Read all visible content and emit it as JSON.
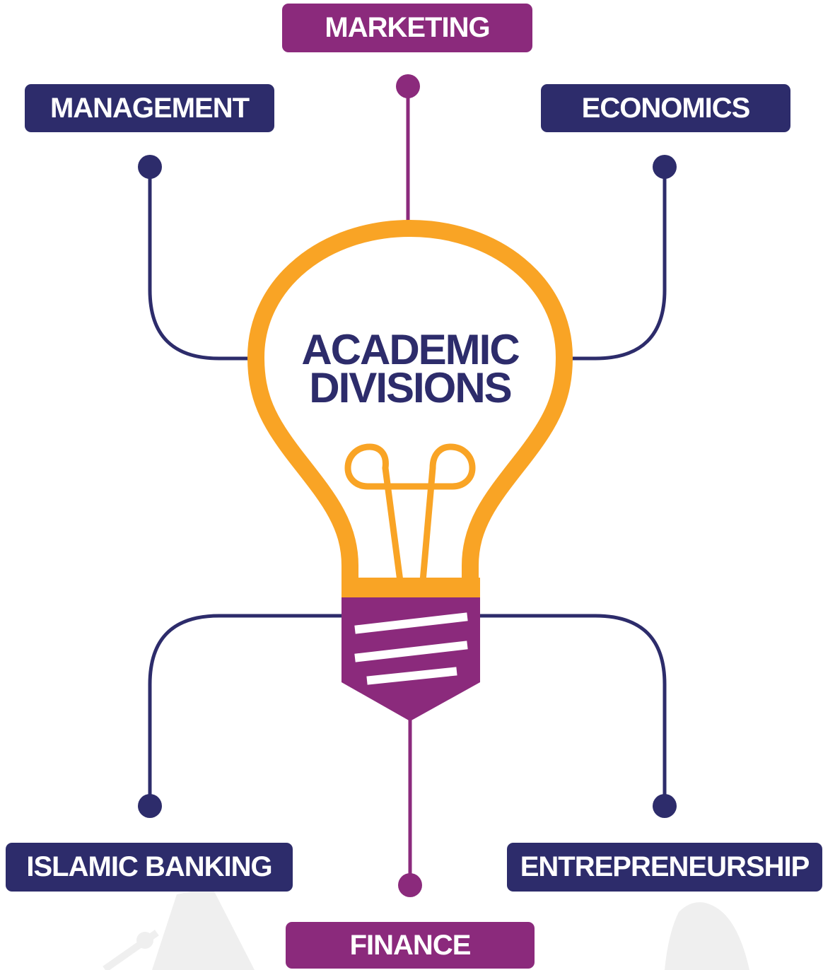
{
  "center": {
    "line1": "ACADEMIC",
    "line2": "DIVISIONS"
  },
  "divisions": {
    "marketing": "MARKETING",
    "management": "MANAGEMENT",
    "economics": "ECONOMICS",
    "islamic_banking": "ISLAMIC BANKING",
    "entrepreneurship": "ENTREPRENEURSHIP",
    "finance": "FINANCE"
  },
  "colors": {
    "navy": "#2d2c6b",
    "purple": "#8b2a7c",
    "bulb_orange": "#f9a425",
    "watermark_gray": "#eeeeee"
  }
}
